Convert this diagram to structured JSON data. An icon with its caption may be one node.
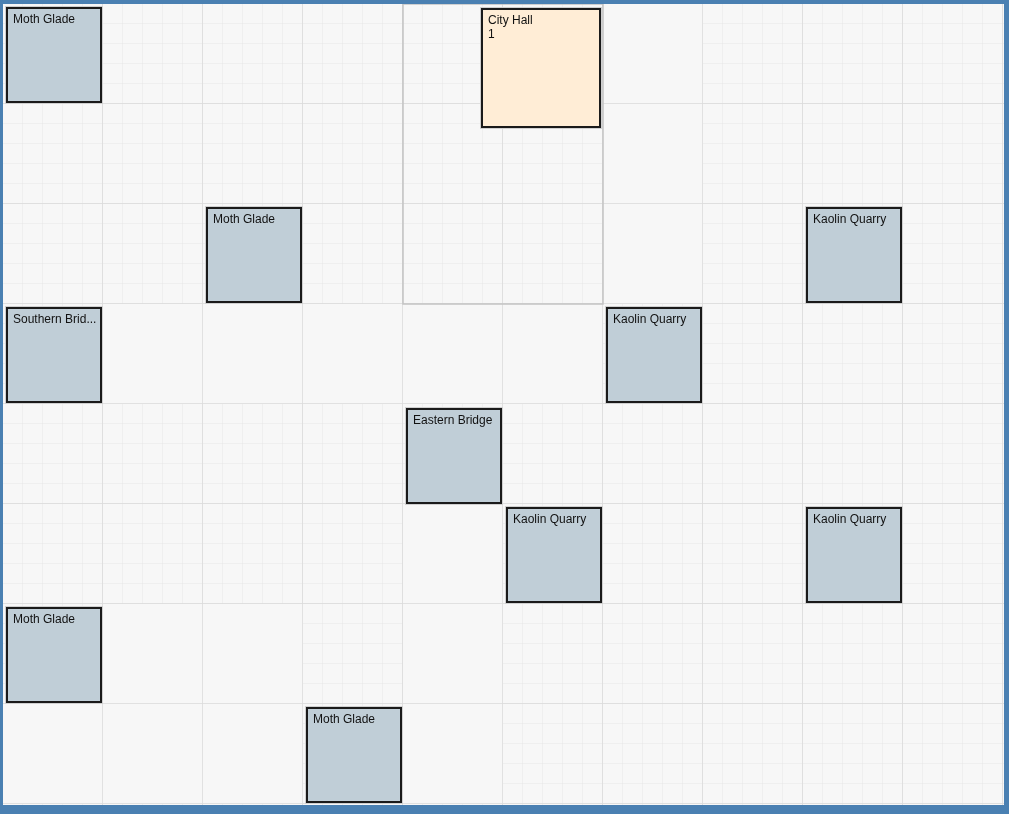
{
  "diagram": {
    "nodes": [
      {
        "text": [
          "Moth Glade"
        ]
      },
      {
        "text": [
          "City Hall",
          "1"
        ]
      },
      {
        "text": [
          "Moth Glade"
        ]
      },
      {
        "text": [
          "Kaolin Quarry"
        ]
      },
      {
        "text": [
          "Southern Brid..."
        ]
      },
      {
        "text": [
          "Kaolin Quarry"
        ]
      },
      {
        "text": [
          "Eastern Bridge"
        ]
      },
      {
        "text": [
          "Kaolin Quarry"
        ]
      },
      {
        "text": [
          "Kaolin Quarry"
        ]
      },
      {
        "text": [
          "Moth Glade"
        ]
      },
      {
        "text": [
          "Moth Glade"
        ]
      }
    ]
  }
}
